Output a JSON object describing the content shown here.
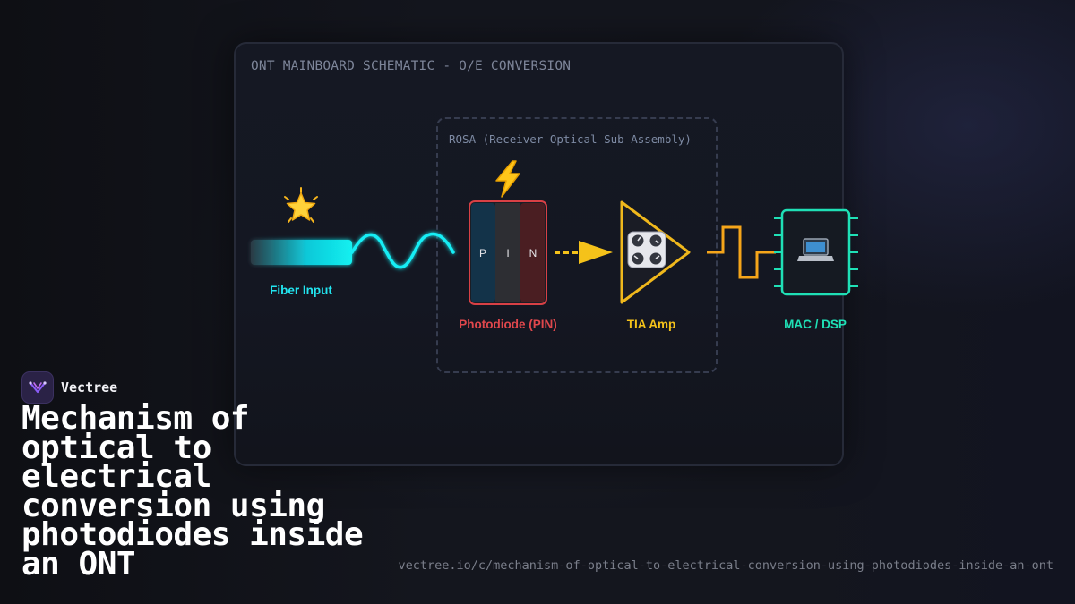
{
  "schematic": {
    "title": "ONT MAINBOARD SCHEMATIC - O/E CONVERSION",
    "rosa_label": "ROSA (Receiver Optical Sub-Assembly)",
    "components": {
      "fiber": {
        "label": "Fiber Input",
        "color": "#22e5f0",
        "icon": "star-emoji-icon"
      },
      "photodiode": {
        "label": "Photodiode (PIN)",
        "color": "#e0474c",
        "layers": [
          "P",
          "I",
          "N"
        ],
        "icon": "lightning-bolt-icon"
      },
      "tia": {
        "label": "TIA Amp",
        "color": "#f5c21a",
        "icon": "control-knobs-icon"
      },
      "mac": {
        "label": "MAC / DSP",
        "color": "#1fe0b6",
        "icon": "laptop-icon"
      }
    }
  },
  "brand": {
    "name": "Vectree",
    "accent": "#8a5cf6"
  },
  "headline": "Mechanism of optical to electrical conversion using photodiodes inside an ONT",
  "url": "vectree.io/c/mechanism-of-optical-to-electrical-conversion-using-photodiodes-inside-an-ont"
}
